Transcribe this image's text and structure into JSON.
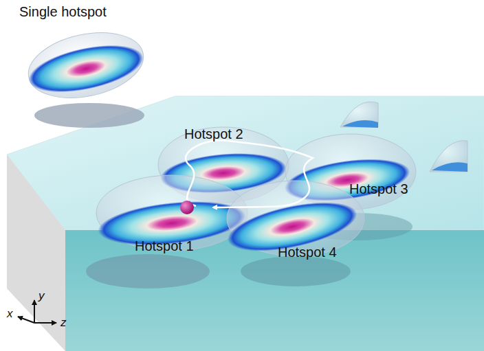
{
  "diagram": {
    "labels": [
      "Single hotspot",
      "Hotspot 2",
      "Hotspot 3",
      "Hotspot 1",
      "Hotspot 4",
      "x",
      "y",
      "z"
    ]
  }
}
